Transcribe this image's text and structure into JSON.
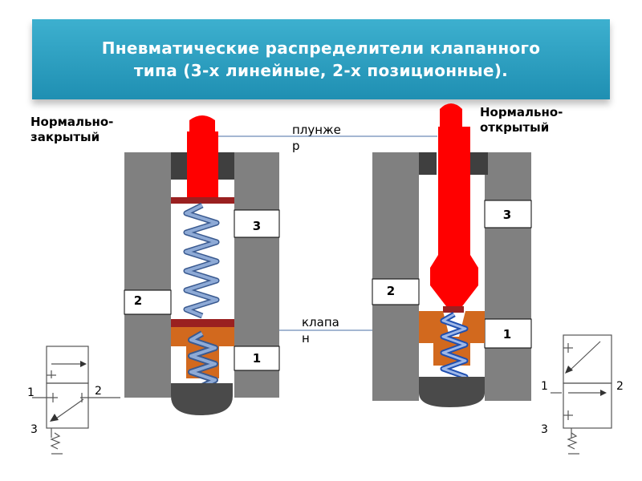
{
  "title": "Пневматические распределители клапанного\nтипа (3-х линейные, 2-х позиционные).",
  "labels": {
    "normally_closed": "Нормально-\nзакрытый",
    "normally_open": "Нормально-\nоткрытый",
    "plunger": "плунже\nр",
    "valve": "клапа\nн"
  },
  "ports": {
    "p1": "1",
    "p2": "2",
    "p3": "3"
  },
  "colors": {
    "header": "#2ea3c6",
    "body": "#808080",
    "plunger": "#ff0000",
    "valve": "#d2691e",
    "spring": "#6f8fc0",
    "cap": "#4a4a4a"
  }
}
